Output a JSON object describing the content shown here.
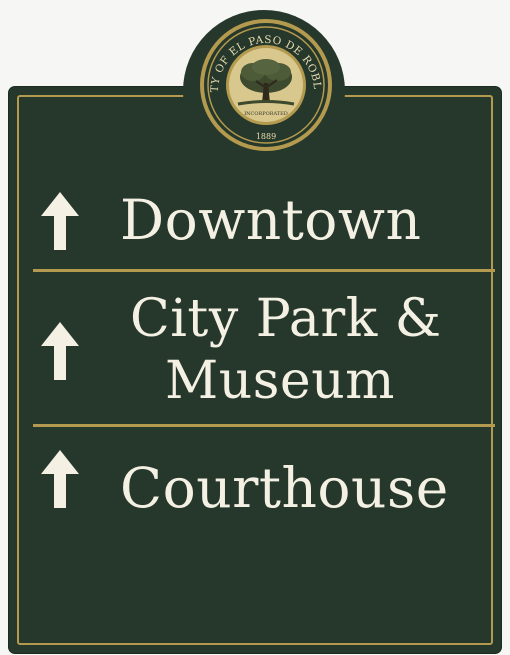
{
  "sign": {
    "colors": {
      "background": "#25382b",
      "trim": "#b39a4e",
      "text": "#f4f1e4"
    },
    "seal": {
      "ring_text": "CITY OF EL PASO DE ROBLES",
      "lower_text": "INCORPORATED",
      "year": "1889",
      "icon": "oak-tree-seal-icon"
    },
    "destinations": [
      {
        "label": "Downtown",
        "direction": "straight-ahead",
        "icon": "arrow-up-icon"
      },
      {
        "label_line1": "City Park &",
        "label_line2": "Museum",
        "direction": "straight-ahead",
        "icon": "arrow-up-icon"
      },
      {
        "label": "Courthouse",
        "direction": "straight-ahead",
        "icon": "arrow-up-icon"
      }
    ]
  }
}
